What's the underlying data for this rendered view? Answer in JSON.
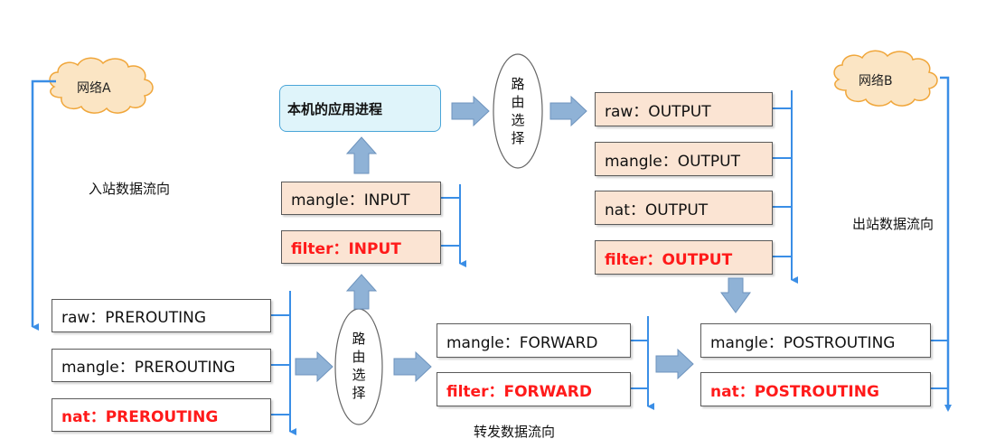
{
  "clouds": {
    "a": "网络A",
    "b": "网络B"
  },
  "flows": {
    "inbound": "入站数据流向",
    "outbound": "出站数据流向",
    "forward": "转发数据流向"
  },
  "app_process": "本机的应用进程",
  "routing": {
    "top_chars": [
      "路",
      "由",
      "选",
      "择"
    ],
    "bottom_chars": [
      "路",
      "由",
      "选",
      "择"
    ]
  },
  "prerouting_chain": [
    "raw：PREROUTING",
    "mangle：PREROUTING",
    "nat：PREROUTING"
  ],
  "input_chain": [
    "mangle：INPUT",
    "filter：INPUT"
  ],
  "output_chain": [
    "raw：OUTPUT",
    "mangle：OUTPUT",
    "nat：OUTPUT",
    "filter：OUTPUT"
  ],
  "forward_chain": [
    "mangle：FORWARD",
    "filter：FORWARD"
  ],
  "postrouting_chain": [
    "mangle：POSTROUTING",
    "nat：POSTROUTING"
  ],
  "colors": {
    "line": "#3a8ee6",
    "arrow_fill": "#8fb2d6",
    "arrow_stroke": "#6d93bd",
    "cloud_fill": "#fbe5c4",
    "cloud_stroke": "#f0a63a",
    "highlight": "#ff1a1a"
  }
}
